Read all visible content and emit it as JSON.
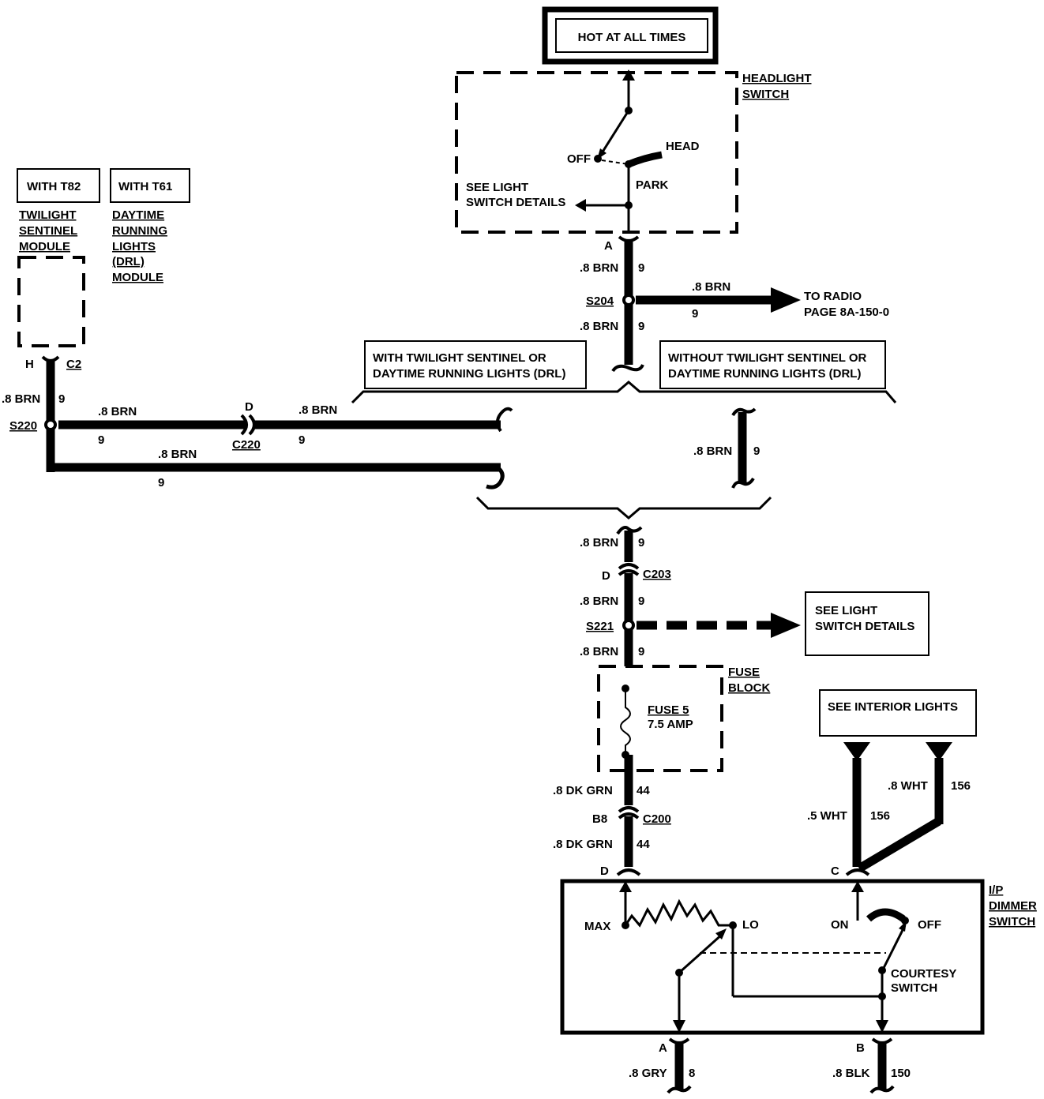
{
  "labels": {
    "hot": "HOT AT ALL TIMES",
    "headlight_switch_1": "HEADLIGHT",
    "headlight_switch_2": "SWITCH",
    "off": "OFF",
    "head": "HEAD",
    "park": "PARK",
    "see_light_1": "SEE LIGHT",
    "see_light_2": "SWITCH DETAILS",
    "conn_a_top": "A",
    "wire_8brn": ".8 BRN",
    "circuit_9": "9",
    "s204": "S204",
    "to_radio_1": "TO RADIO",
    "to_radio_2": "PAGE 8A-150-0",
    "with_t82": "WITH T82",
    "with_t61": "WITH T61",
    "twilight_1": "TWILIGHT",
    "twilight_2": "SENTINEL",
    "twilight_3": "MODULE",
    "drl_1": "DAYTIME",
    "drl_2": "RUNNING",
    "drl_3": "LIGHTS",
    "drl_4": "(DRL)",
    "drl_5": "MODULE",
    "conn_h": "H",
    "conn_c2": "C2",
    "s220": "S220",
    "conn_d": "D",
    "c220": "C220",
    "with_ts_1": "WITH TWILIGHT SENTINEL OR",
    "with_ts_2": "DAYTIME RUNNING LIGHTS (DRL)",
    "without_ts_1": "WITHOUT TWILIGHT SENTINEL OR",
    "without_ts_2": "DAYTIME RUNNING LIGHTS (DRL)",
    "c203": "C203",
    "s221": "S221",
    "see_light_b_1": "SEE LIGHT",
    "see_light_b_2": "SWITCH DETAILS",
    "fuse_block_1": "FUSE",
    "fuse_block_2": "BLOCK",
    "fuse_name": "FUSE 5",
    "fuse_rating": "7.5 AMP",
    "wire_8dkgrn": ".8 DK GRN",
    "circuit_44": "44",
    "conn_b8": "B8",
    "c200": "C200",
    "see_interior": "SEE INTERIOR LIGHTS",
    "wire_8wht": ".8 WHT",
    "wire_5wht": ".5 WHT",
    "circuit_156": "156",
    "conn_c": "C",
    "ip_1": "I/P",
    "ip_2": "DIMMER",
    "ip_3": "SWITCH",
    "max": "MAX",
    "lo": "LO",
    "on": "ON",
    "off2": "OFF",
    "courtesy_1": "COURTESY",
    "courtesy_2": "SWITCH",
    "conn_a_bot": "A",
    "conn_b": "B",
    "wire_8gry": ".8 GRY",
    "circuit_8": "8",
    "wire_8blk": ".8 BLK",
    "circuit_150": "150"
  }
}
